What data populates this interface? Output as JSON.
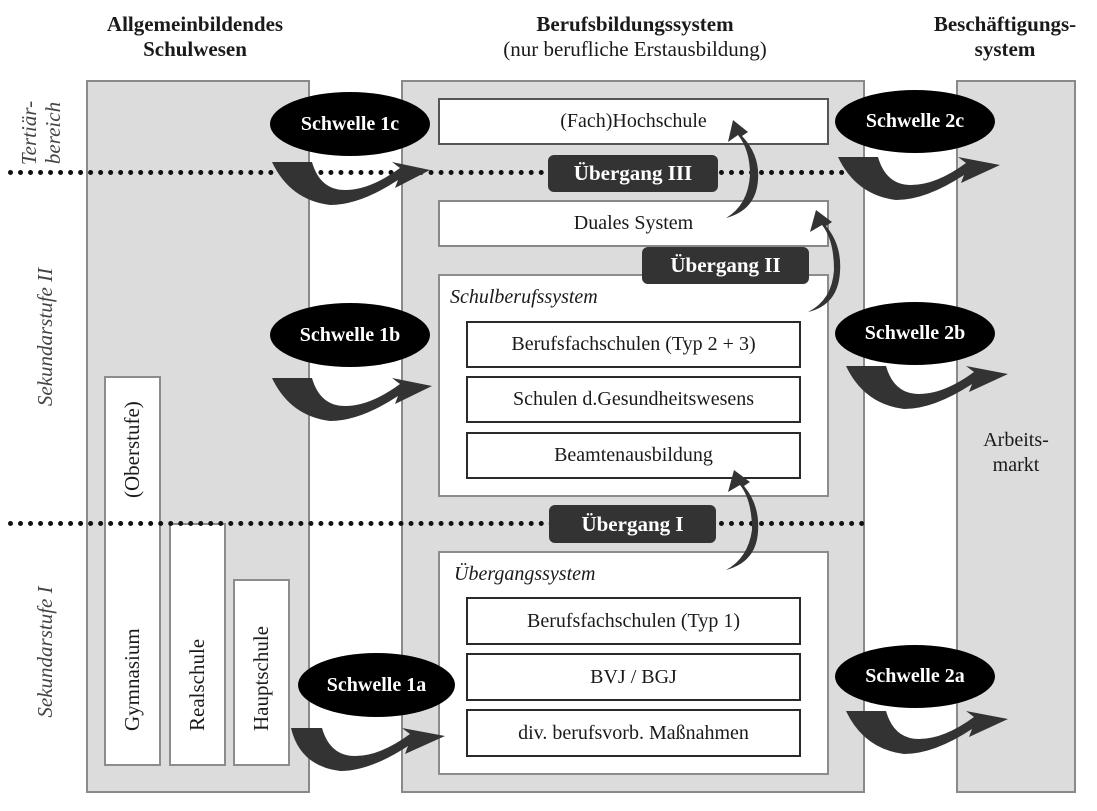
{
  "columns": {
    "general": {
      "line1": "Allgemeinbildendes",
      "line2": "Schulwesen"
    },
    "vocational": {
      "line1": "Berufsbildungssystem",
      "line2": "(nur berufliche Erstausbildung)"
    },
    "employment": {
      "line1": "Beschäftigungs-",
      "line2": "system"
    }
  },
  "levels": {
    "tertiary": {
      "line1": "Tertiär-",
      "line2": "bereich"
    },
    "secondary2": "Sekundarstufe II",
    "secondary1": "Sekundarstufe I"
  },
  "schools": {
    "upper": "(Oberstufe)",
    "gymnasium": "Gymnasium",
    "realschule": "Realschule",
    "hauptschule": "Hauptschule"
  },
  "vocational": {
    "hochschule": "(Fach)Hochschule",
    "dual": "Duales System",
    "schulberufssystem": {
      "title": "Schulberufssystem",
      "items": [
        "Berufsfachschulen (Typ 2 + 3)",
        "Schulen d.Gesundheitswesens",
        "Beamtenausbildung"
      ]
    },
    "uebergangssystem": {
      "title": "Übergangssystem",
      "items": [
        "Berufsfachschulen (Typ 1)",
        "BVJ / BGJ",
        "div. berufsvorb. Maßnahmen"
      ]
    }
  },
  "employment": {
    "line1": "Arbeits-",
    "line2": "markt"
  },
  "thresholds": {
    "s1c": "Schwelle 1c",
    "s1b": "Schwelle 1b",
    "s1a": "Schwelle 1a",
    "s2c": "Schwelle 2c",
    "s2b": "Schwelle 2b",
    "s2a": "Schwelle 2a"
  },
  "transitions": {
    "t3": "Übergang III",
    "t2": "Übergang II",
    "t1": "Übergang I"
  }
}
